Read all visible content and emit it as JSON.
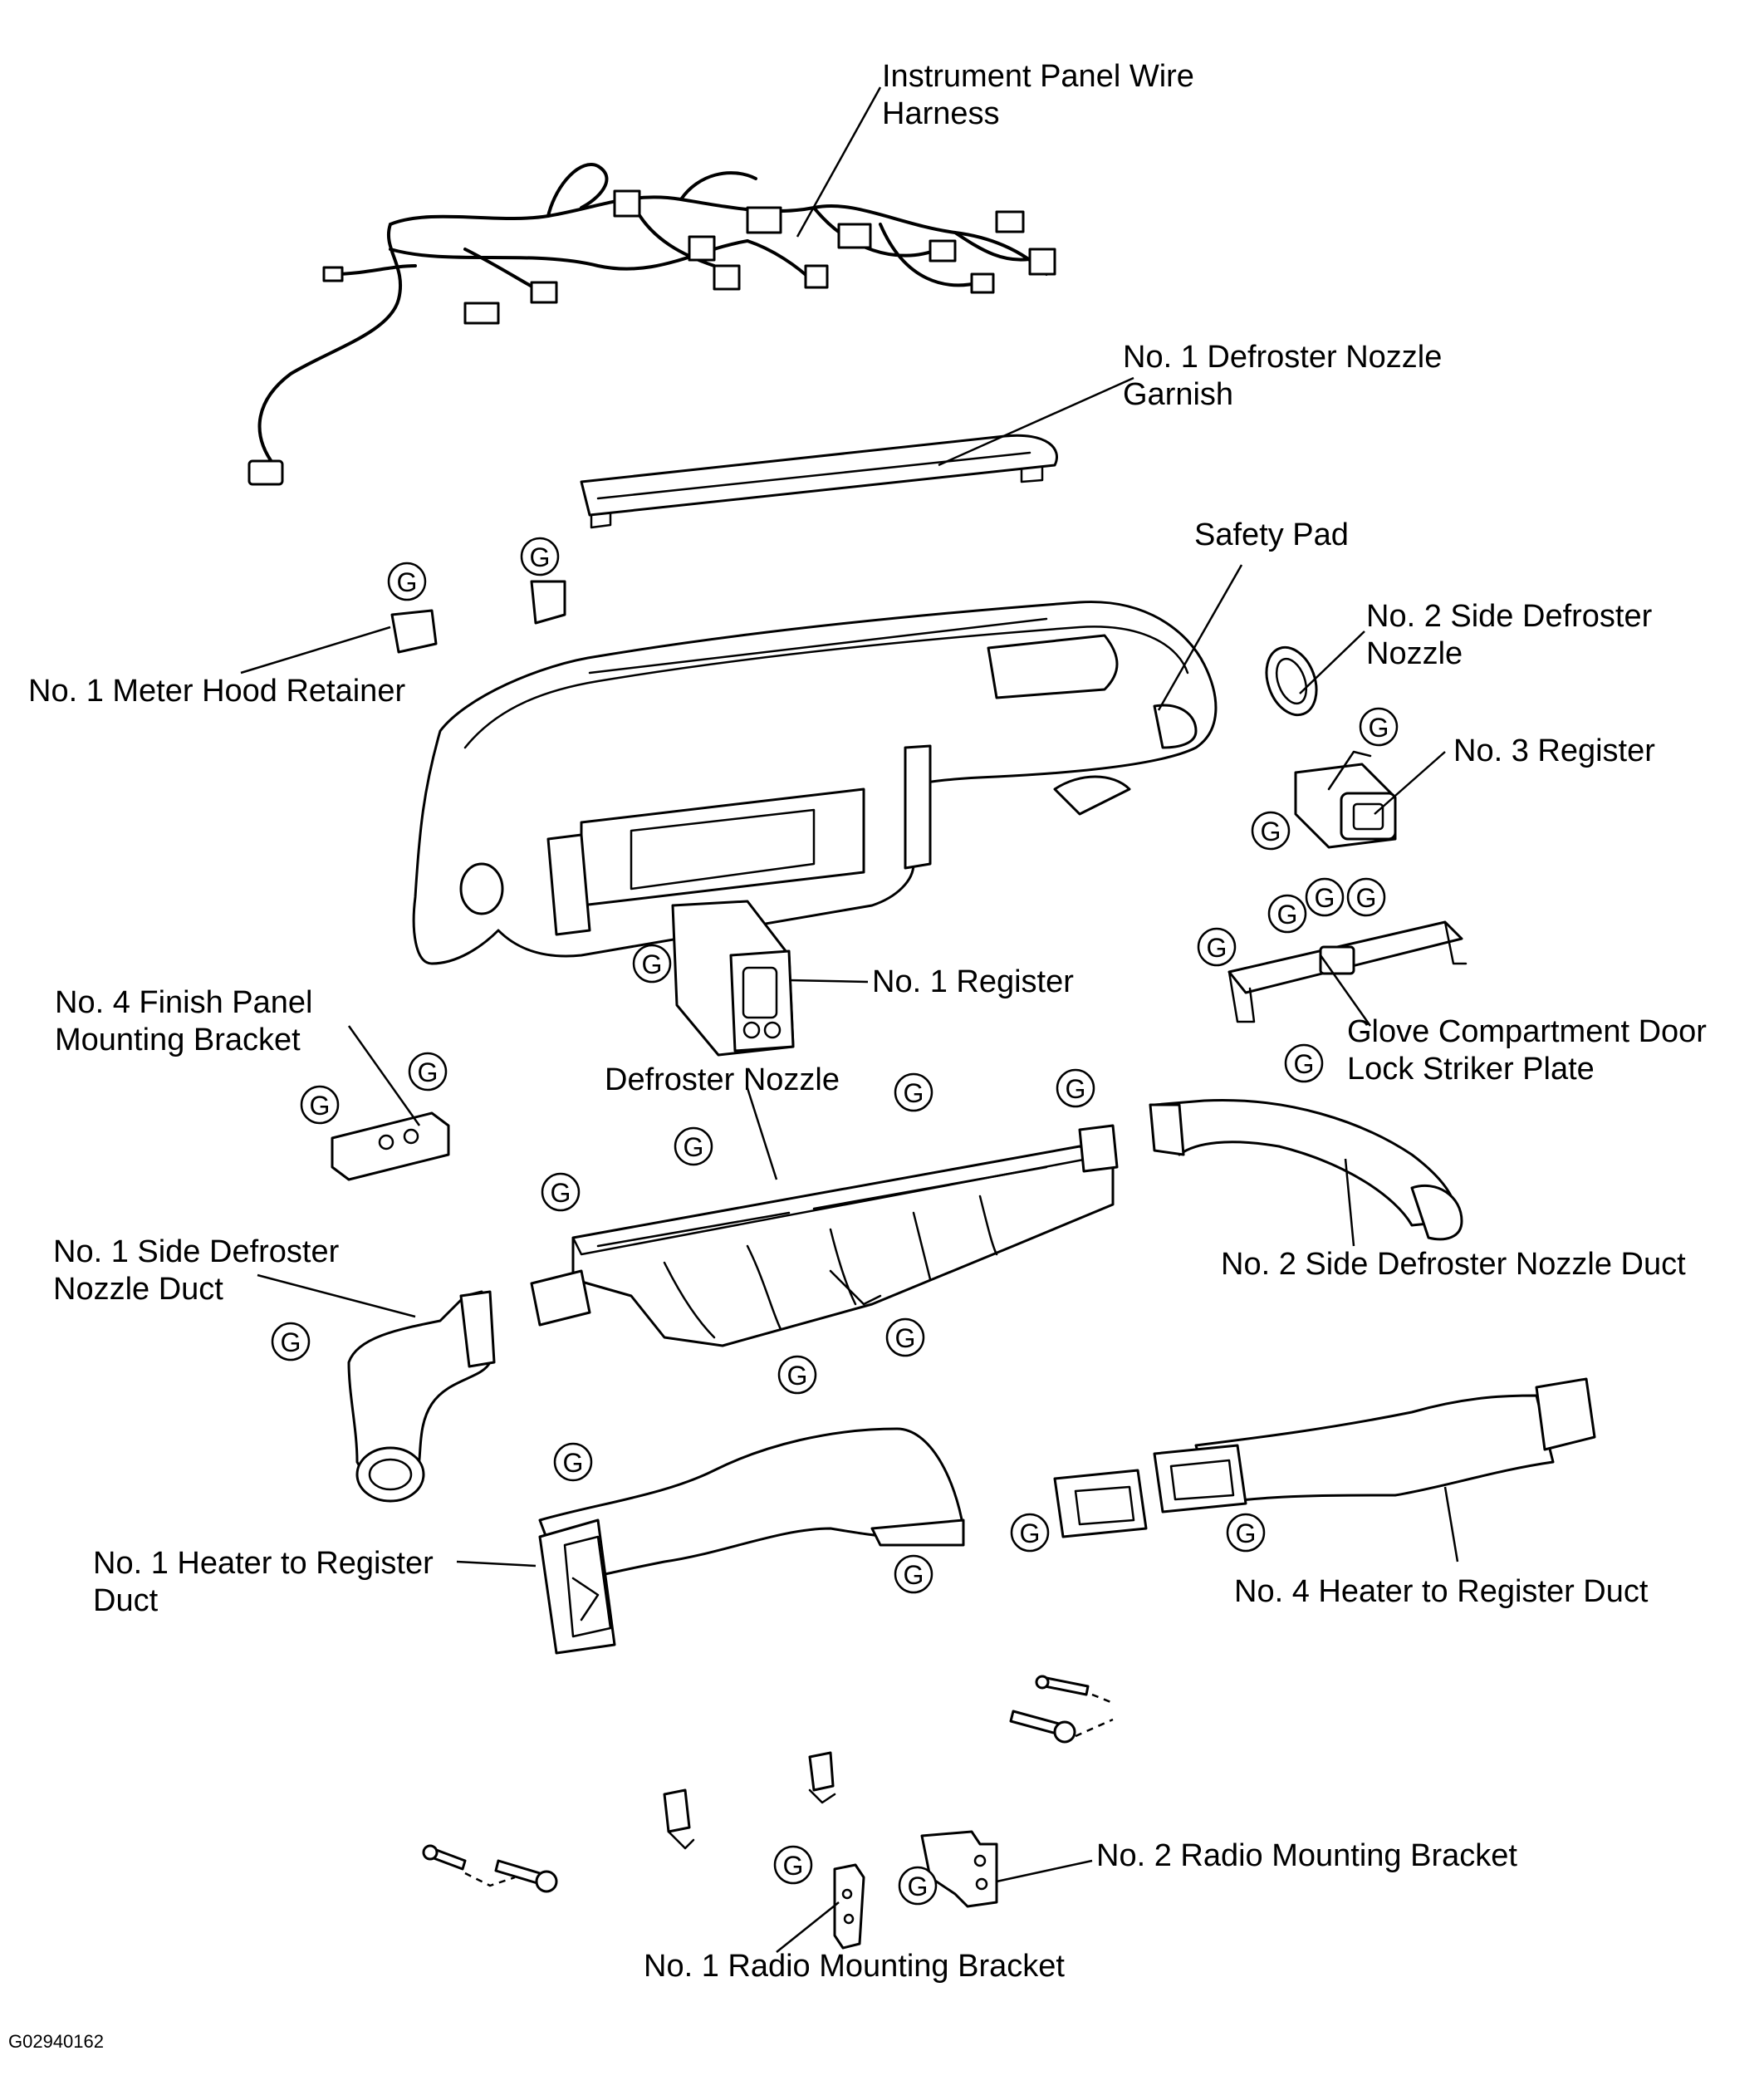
{
  "labels": {
    "wire_harness": [
      "Instrument Panel Wire",
      "Harness"
    ],
    "defroster_garnish": [
      "No. 1 Defroster Nozzle",
      "Garnish"
    ],
    "safety_pad": [
      "Safety Pad"
    ],
    "meter_hood_retainer": [
      "No. 1 Meter Hood Retainer"
    ],
    "side_defroster_nozzle_2": [
      "No. 2 Side Defroster",
      "Nozzle"
    ],
    "register_3": [
      "No. 3 Register"
    ],
    "register_1": [
      "No. 1 Register"
    ],
    "finish_panel_bracket": [
      "No. 4 Finish Panel",
      "Mounting Bracket"
    ],
    "glove_striker": [
      "Glove Compartment Door",
      "Lock Striker Plate"
    ],
    "defroster_nozzle": [
      "Defroster Nozzle"
    ],
    "side_defroster_duct_1": [
      "No. 1 Side Defroster",
      "Nozzle Duct"
    ],
    "side_defroster_duct_2": [
      "No. 2 Side Defroster Nozzle Duct"
    ],
    "heater_duct_1": [
      "No. 1 Heater to Register",
      "Duct"
    ],
    "heater_duct_4": [
      "No. 4 Heater to Register Duct"
    ],
    "radio_bracket_2": [
      "No. 2 Radio Mounting Bracket"
    ],
    "radio_bracket_1": [
      "No. 1 Radio Mounting Bracket"
    ]
  },
  "clip_marker": "G",
  "figure_code": "G02940162"
}
